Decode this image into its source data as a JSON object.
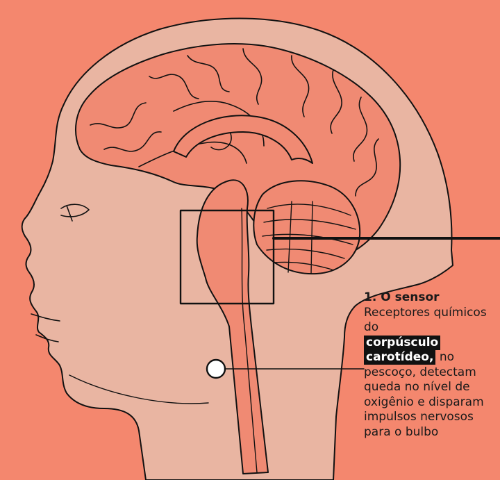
{
  "colors": {
    "background": "#f4876e",
    "head_fill": "#e9b5a2",
    "brain_fill": "#f08a73",
    "outline": "#111111",
    "highlight_bg": "#111111",
    "highlight_text": "#ffffff",
    "sensor_fill": "#ffffff"
  },
  "caption": {
    "title": "1. O sensor",
    "text_before": "Receptores químicos do",
    "highlight_1": "corpúsculo",
    "highlight_2": "carotídeo,",
    "text_after": "no pescoço, detectam queda no nível de oxigênio e disparam impulsos nervosos para o bulbo"
  }
}
